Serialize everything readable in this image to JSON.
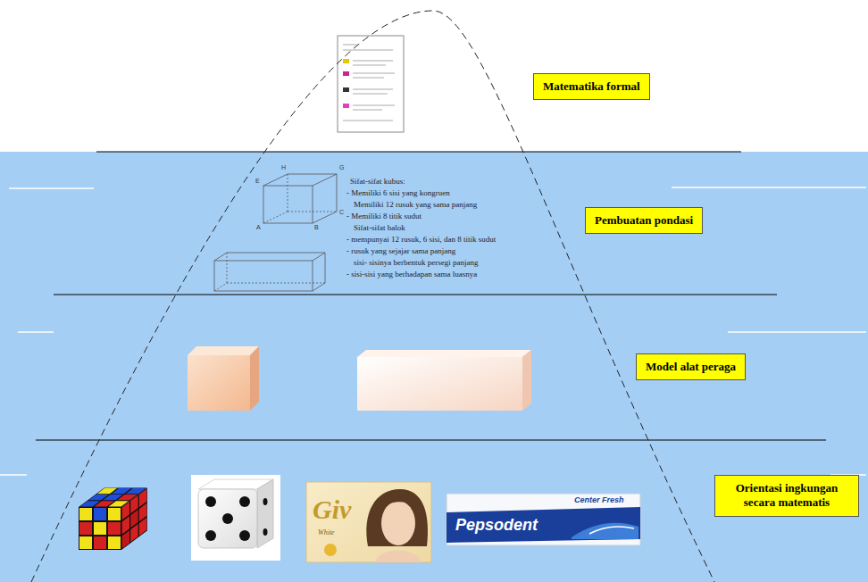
{
  "diagram": {
    "nodes": [
      {
        "text": [
          "Matematika formal"
        ]
      },
      {
        "text": [
          "Pembuatan pondasi"
        ]
      },
      {
        "text": [
          "Model alat peraga"
        ]
      },
      {
        "text": [
          "Orientasi ingkungan secara matematis"
        ]
      }
    ],
    "labels": [
      "Sifat-sifat kubus:",
      "- Memiliki 6 sisi yang kongruen",
      "Memiliki 12 rusuk yang sama panjang",
      "- Memiliki 8 titik sudut",
      "Sifat-sifat balok",
      "- mempunyai 12 rusuk, 6 sisi, dan 8 titik sudut",
      "- rusuk yang sejajar sama panjang",
      "sisi- sisinya berbentuk persegi panjang",
      "- sisi-sisi yang berhadapan sama luasnya",
      "E",
      "H",
      "G",
      "C",
      "A",
      "B",
      "Giv",
      "White",
      "Pepsodent",
      "Center Fresh"
    ]
  }
}
